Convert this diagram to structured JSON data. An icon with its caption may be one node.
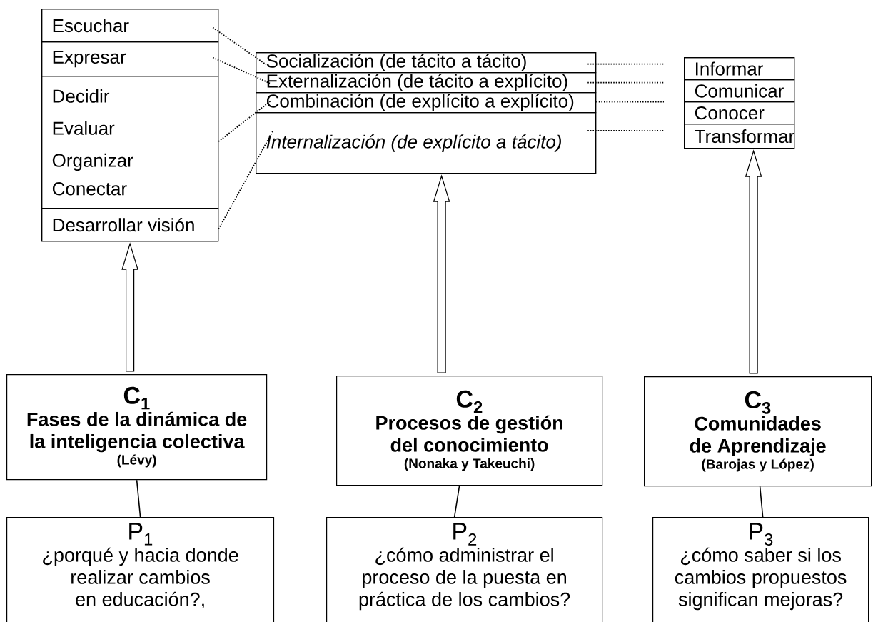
{
  "diagram": {
    "nodes": [
      {
        "text": [],
        "shape": "box"
      },
      {
        "text": [
          "Escuchar"
        ],
        "in": 0
      },
      {
        "text": [
          "Expresar"
        ],
        "in": 0
      },
      {
        "text": [
          "Decidir",
          "Evaluar",
          "Organizar",
          "Conectar"
        ],
        "in": 0
      },
      {
        "text": [
          "Desarrollar visión"
        ],
        "in": 0
      },
      {
        "text": [],
        "shape": "box"
      },
      {
        "text": [
          "Socialización (de tácito a tácito)"
        ],
        "in": 5
      },
      {
        "text": [
          "Externalización (de tácito a explícito)"
        ],
        "in": 5
      },
      {
        "text": [
          "Combinación (de explícito a explícito)"
        ],
        "in": 5
      },
      {
        "text": [
          "Internalización (de explícito a tácito)"
        ],
        "in": 5
      },
      {
        "text": [],
        "shape": "box"
      },
      {
        "text": [
          "Informar"
        ],
        "in": 10
      },
      {
        "text": [
          "Comunicar"
        ],
        "in": 10
      },
      {
        "text": [
          "Conocer"
        ],
        "in": 10
      },
      {
        "text": [
          "Transformar"
        ],
        "in": 10
      },
      {
        "text": [
          "C$_{1}$",
          "Fases de la dinámica de la inteligencia colectiva",
          "(Lévy)"
        ]
      },
      {
        "text": [
          "C$_{2}$",
          "Procesos de gestión del conocimiento",
          "(Nonaka y Takeuchi)"
        ]
      },
      {
        "text": [
          "C$_{3}$",
          "Comunidades de Aprendizaje",
          "(Barojas y López)"
        ]
      },
      {
        "text": [
          "P$_{1}$",
          "¿porqué y hacia donde realizar cambios en educación?,"
        ]
      },
      {
        "text": [
          "P$_{2}$",
          "¿cómo administrar el proceso de la puesta en práctica de los cambios?"
        ]
      },
      {
        "text": [
          "P$_{3}$",
          "¿cómo saber si los cambios propuestos significan mejoras?"
        ]
      }
    ],
    "edges": [
      {
        "from": 1,
        "to": 6,
        "arrow": "none",
        "style": "dashed"
      },
      {
        "from": 2,
        "to": 7,
        "arrow": "none",
        "style": "dashed"
      },
      {
        "from": 3,
        "to": 8,
        "arrow": "none",
        "style": "dashed"
      },
      {
        "from": 4,
        "to": 9,
        "arrow": "none",
        "style": "dashed"
      },
      {
        "from": 6,
        "to": 11,
        "arrow": "none",
        "style": "dashed"
      },
      {
        "from": 7,
        "to": 12,
        "arrow": "none",
        "style": "dashed"
      },
      {
        "from": 8,
        "to": 13,
        "arrow": "none",
        "style": "dashed"
      },
      {
        "from": 9,
        "to": 14,
        "arrow": "none",
        "style": "dashed"
      },
      {
        "from": 15,
        "to": 0,
        "arrow": "to"
      },
      {
        "from": 16,
        "to": 5,
        "arrow": "to"
      },
      {
        "from": 17,
        "to": 10,
        "arrow": "to"
      },
      {
        "from": 15,
        "to": 18,
        "arrow": "none"
      },
      {
        "from": 16,
        "to": 19,
        "arrow": "none"
      },
      {
        "from": 17,
        "to": 20,
        "arrow": "none"
      }
    ]
  }
}
